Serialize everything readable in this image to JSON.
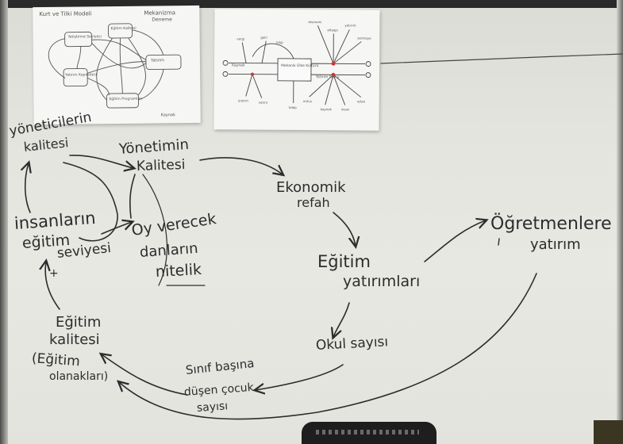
{
  "photo": {
    "subject": "Whiteboard with hand-drawn causal loop diagram and two pinned printouts"
  },
  "printouts": [
    {
      "header_left": "Kurt ve Tilki Modeli",
      "header_right": "Mekanizma",
      "header_sub": "Deneme",
      "nodes": [
        "Yetiştirme Seviyesi",
        "Eğitim Kalitesi",
        "Yatırım Kapasitesi",
        "Yatırım",
        "Eğitim Programları"
      ],
      "footer": "Kaynak"
    },
    {
      "nodes": [
        "Mekanik Ülke Kültürü",
        "Kaynak",
        "Yatırım Stoku"
      ],
      "labels": [
        "ekonomi",
        "altyapı",
        "yatırım",
        "sermaye",
        "kaynak",
        "insan",
        "refah",
        "nüfus",
        "üretim",
        "verim",
        "talep",
        "gelir",
        "vergi",
        "bilgi"
      ]
    }
  ],
  "board": {
    "nodes": {
      "yoneticiler_1": "yöneticilerin",
      "yoneticiler_2": "kalitesi",
      "yonetim_1": "Yönetimin",
      "yonetim_2": "Kalitesi",
      "ekonomik_1": "Ekonomik",
      "ekonomik_2": "refah",
      "ogretmen_1": "Öğretmenlere",
      "ogretmen_2": "yatırım",
      "insan_1": "insanların",
      "insan_2": "eğitim",
      "insan_3": "seviyesi",
      "oy_1": "Oy verecek",
      "oy_2": "danların",
      "oy_3": "nitelik",
      "egitim_yat_1": "Eğitim",
      "egitim_yat_2": "yatırımları",
      "okul": "Okul sayısı",
      "egitim_kal_1": "Eğitim",
      "egitim_kal_2": "kalitesi",
      "egitim_kal_3": "(Eğitim",
      "egitim_kal_4": "olanakları)",
      "sinif_1": "Sınıf başına",
      "sinif_2": "düşen çocuk",
      "sinif_3": "sayısı"
    },
    "signs": {
      "plus": "+"
    }
  },
  "colors": {
    "marker": "#2c2c2c",
    "board": "#e6e6e1",
    "frame": "#2a2a2a"
  }
}
